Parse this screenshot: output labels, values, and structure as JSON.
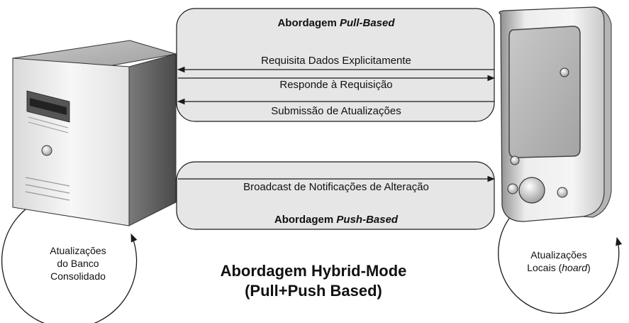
{
  "pull_panel": {
    "title_prefix": "Abordagem ",
    "title_emph": "Pull-Based",
    "messages": [
      "Requisita Dados Explicitamente",
      "Responde à Requisição",
      "Submissão de Atualizações"
    ]
  },
  "push_panel": {
    "message": "Broadcast de Notificações de Alteração",
    "title_prefix": "Abordagem ",
    "title_emph": "Push-Based"
  },
  "server_cycle": {
    "line1": "Atualizações",
    "line2": "do Banco",
    "line3": "Consolidado"
  },
  "device_cycle": {
    "line1": "Atualizações",
    "line2_prefix": "Locais (",
    "line2_emph": "hoard",
    "line2_suffix": ")"
  },
  "main_title": {
    "line1": "Abordagem Hybrid-Mode",
    "line2": "(Pull+Push Based)"
  },
  "colors": {
    "panel_fill": "#e6e6e6",
    "stroke": "#1a1a1a",
    "server_light": "#f2f2f2",
    "server_dark": "#8a8a8a"
  },
  "icons": {
    "server": "server-tower-icon",
    "device": "pda-device-icon"
  }
}
